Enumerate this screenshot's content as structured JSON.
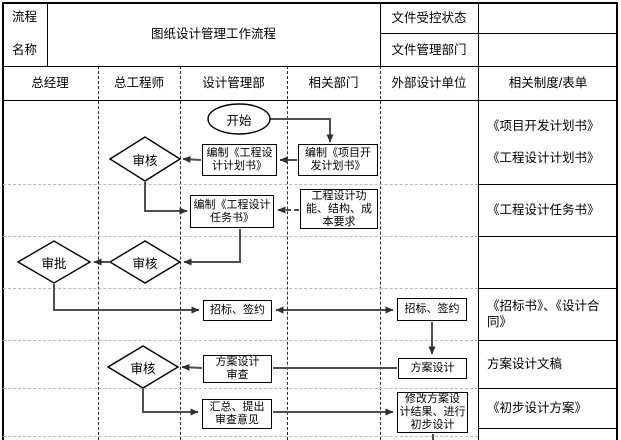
{
  "header": {
    "name_label": "流程\n名称",
    "title": "图纸设计管理工作流程",
    "doc_status_label": "文件受控状态",
    "doc_status_value": "",
    "doc_dept_label": "文件管理部门",
    "doc_dept_value": ""
  },
  "lanes": [
    "总经理",
    "总工程师",
    "设计管理部",
    "相关部门",
    "外部设计单位",
    "相关制度/表单"
  ],
  "nodes": {
    "start": "开始",
    "draft_project_plan": "编制《项目开\n发计划书》",
    "draft_design_plan": "编制《工程设\n计计划书》",
    "review_1": "审核",
    "draft_task_book": "编制《工程设计\n任务书》",
    "design_requirements": "工程设计功\n能、结构、成\n本要求",
    "approve": "审批",
    "review_2": "审核",
    "bid_sign_internal": "招标、签约",
    "bid_sign_external": "招标、签约",
    "review_3": "审核",
    "scheme_review": "方案设计\n审查",
    "scheme_design": "方案设计",
    "summarize_opinions": "汇总、提出\n审查意见",
    "modify_preliminary": "修改方案设\n计结果、进行\n初步设计"
  },
  "forms": [
    "《项目开发计划书》\n《工程设计计划书》",
    "《工程设计任务书》",
    "",
    "《招标书》、《设计合同》",
    "方案设计文稿",
    "《初步设计方案》"
  ],
  "colors": {
    "border": "#000000",
    "connector": "#4f4f4f",
    "lane_dash": "#2b2b2b",
    "row_dash": "#b9b9b9",
    "background": "#ffffff"
  }
}
